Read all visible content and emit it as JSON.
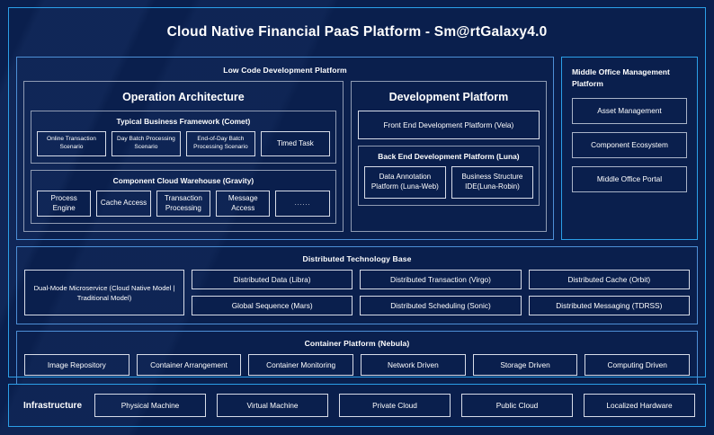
{
  "title": "Cloud Native Financial PaaS Platform - Sm@rtGalaxy4.0",
  "colors": {
    "background": "#0a1f4d",
    "accent_border": "#2b9fe8",
    "section_border": "#4d8fd6",
    "panel_border": "#8f9bb3",
    "chip_border": "#d7dce8",
    "text": "#ffffff"
  },
  "low_code": {
    "heading": "Low Code Development Platform",
    "operation_architecture": {
      "title": "Operation Architecture",
      "groups": [
        {
          "title": "Typical Business Framework (Comet)",
          "items": [
            "Online Transaction Scenario",
            "Day Batch Processing Scenario",
            "End-of-Day Batch Processing Scenario",
            "Timed Task"
          ]
        },
        {
          "title": "Component Cloud Warehouse (Gravity)",
          "items": [
            "Process Engine",
            "Cache Access",
            "Transaction Processing",
            "Message Access",
            "......"
          ]
        }
      ]
    },
    "development_platform": {
      "title": "Development Platform",
      "front_end": "Front End Development Platform (Vela)",
      "back_end": {
        "title": "Back End Development Platform (Luna)",
        "items": [
          "Data Annotation Platform (Luna-Web)",
          "Business Structure IDE(Luna-Robin)"
        ]
      }
    }
  },
  "middle_office": {
    "title": "Middle Office Management Platform",
    "items": [
      "Asset Management",
      "Component Ecosystem",
      "Middle Office Portal"
    ]
  },
  "distributed_technology_base": {
    "heading": "Distributed Technology Base",
    "highlight": "Dual-Mode Microservice (Cloud Native Model | Traditional Model)",
    "items": [
      "Distributed Data (Libra)",
      "Distributed Transaction (Virgo)",
      "Distributed Cache (Orbit)",
      "Global Sequence (Mars)",
      "Distributed Scheduling (Sonic)",
      "Distributed Messaging (TDRSS)"
    ]
  },
  "container_platform": {
    "heading": "Container Platform (Nebula)",
    "items": [
      "Image Repository",
      "Container Arrangement",
      "Container Monitoring",
      "Network Driven",
      "Storage Driven",
      "Computing Driven"
    ]
  },
  "infrastructure": {
    "label": "Infrastructure",
    "items": [
      "Physical Machine",
      "Virtual Machine",
      "Private Cloud",
      "Public Cloud",
      "Localized Hardware"
    ]
  }
}
